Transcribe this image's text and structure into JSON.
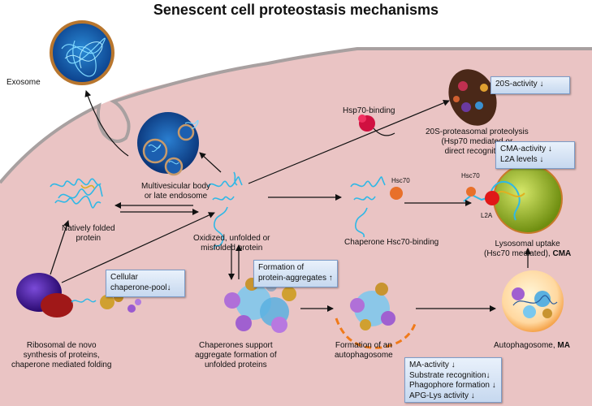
{
  "title": "Senescent cell proteostasis mechanisms",
  "labels": {
    "exosome": "Exosome",
    "mvb_1": "Multivesicular body",
    "mvb_2": "or late endosome",
    "native_1": "Natively folded",
    "native_2": "protein",
    "oxidized_1": "Oxidized, unfolded or",
    "oxidized_2": "misfolded protein",
    "hsp70_binding": "Hsp70-binding",
    "proteasome_1": "20S-proteasomal proteolysis",
    "proteasome_2": "(Hsp70 mediated or",
    "proteasome_3": "direct recognition)",
    "hsc70_tag": "Hsc70",
    "hsc70_tag2": "Hsc70",
    "l2a_tag": "L2A",
    "chaperone_hsc70": "Chaperone Hsc70-binding",
    "lysosomal_1": "Lysosomal uptake",
    "lysosomal_2a": "(Hsc70 mediated), ",
    "lysosomal_2b": "CMA",
    "ribosome_1": "Ribosomal de novo",
    "ribosome_2": "synthesis of proteins,",
    "ribosome_3": "chaperone mediated folding",
    "chap_support_1": "Chaperones support",
    "chap_support_2": "aggregate formation of",
    "chap_support_3": "unfolded proteins",
    "autophago_form_1": "Formation of an",
    "autophago_form_2": "autophagosome",
    "autophagosome_a": "Autophagosome, ",
    "autophagosome_b": "MA"
  },
  "boxes": {
    "s20_activity": "20S-activity ↓",
    "cma_1": "CMA-activity ↓",
    "cma_2": "L2A levels ↓",
    "chaperone_pool_1": "Cellular",
    "chaperone_pool_2": "chaperone-pool↓",
    "aggregates_1": "Formation of",
    "aggregates_2": "protein-aggregates ↑",
    "ma_1": "MA-activity ↓",
    "ma_2": "Substrate recognition↓",
    "ma_3": "Phagophore formation ↓",
    "ma_4": "APG-Lys activity ↓"
  },
  "colors": {
    "cytoplasm": "#eac4c4",
    "membrane": "#a8a0a0",
    "protein": "#2fb8e6",
    "hsc70": "#e8702a",
    "hsp70": "#d01040",
    "lysosome": "#9fbe2a",
    "autophagosome_rim": "#f07a1a",
    "box_fill": "#d6e3f4"
  }
}
